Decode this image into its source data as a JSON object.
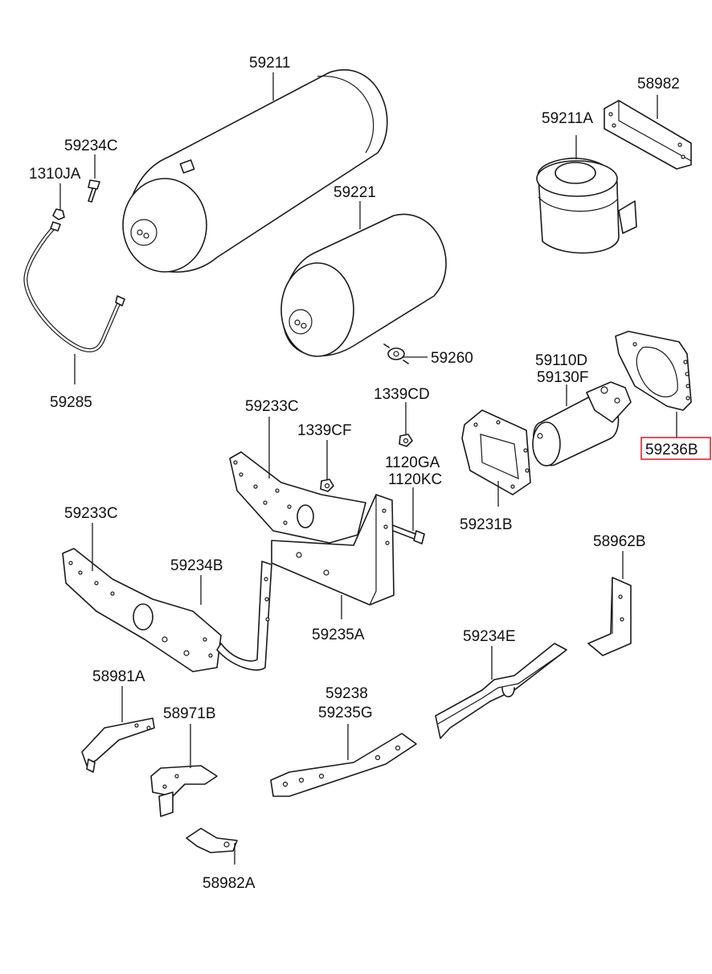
{
  "labels": {
    "p59211": "59211",
    "p59234C": "59234C",
    "p1310JA": "1310JA",
    "p59221": "59221",
    "p59285": "59285",
    "p59260": "59260",
    "p58982": "58982",
    "p59211A": "59211A",
    "p59110D": "59110D",
    "p59130F": "59130F",
    "p59236B": "59236B",
    "p59233C_top": "59233C",
    "p1339CD": "1339CD",
    "p1339CF": "1339CF",
    "p1120GA": "1120GA",
    "p1120KC": "1120KC",
    "p59231B": "59231B",
    "p59233C_left": "59233C",
    "p59234B": "59234B",
    "p59235A": "59235A",
    "p58962B": "58962B",
    "p59234E": "59234E",
    "p58981A": "58981A",
    "p58971B": "58971B",
    "p59238": "59238",
    "p59235G": "59235G",
    "p58982A": "58982A"
  },
  "highlight": {
    "part": "59236B",
    "color": "#e0242b"
  }
}
